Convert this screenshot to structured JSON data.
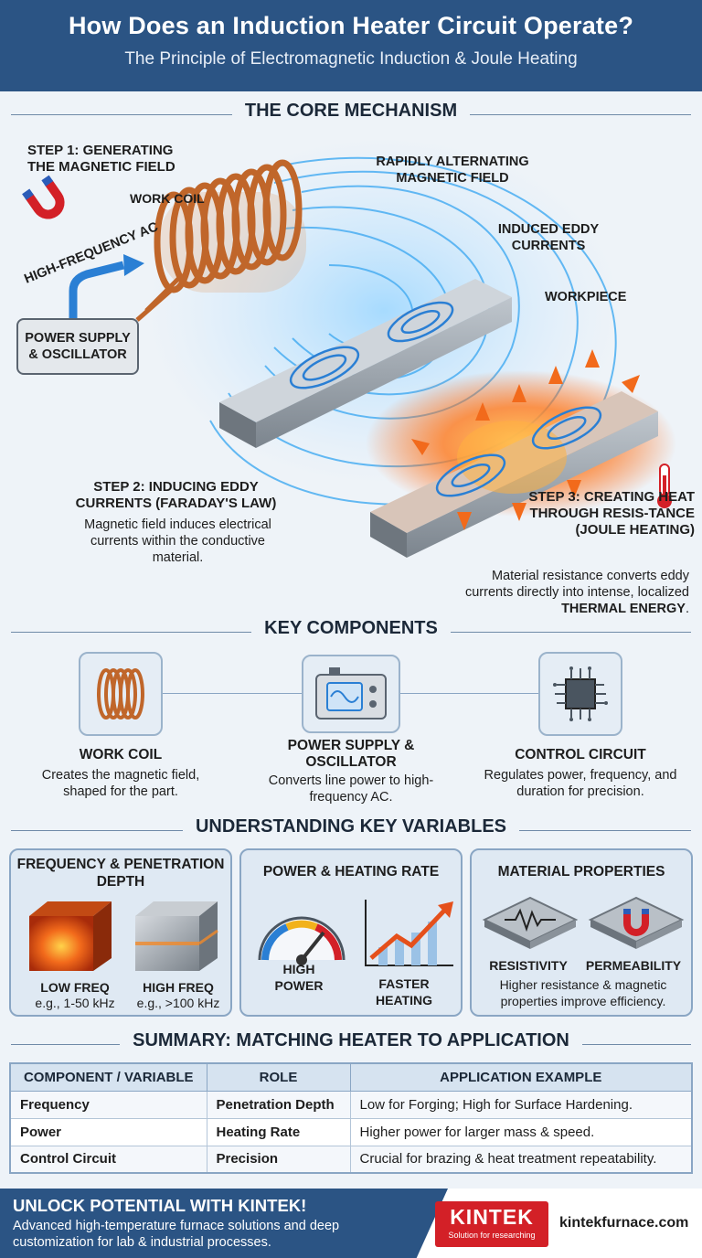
{
  "header": {
    "title": "How Does an Induction Heater Circuit Operate?",
    "subtitle": "The Principle of Electromagnetic Induction & Joule Heating"
  },
  "sections": {
    "core": "THE CORE MECHANISM",
    "components": "KEY COMPONENTS",
    "variables": "UNDERSTANDING KEY VARIABLES",
    "summary": "SUMMARY: MATCHING HEATER TO APPLICATION"
  },
  "mechanism": {
    "step1": "STEP 1: GENERATING THE MAGNETIC FIELD",
    "work_coil": "WORK COIL",
    "hf_ac": "HIGH-FREQUENCY AC",
    "power_supply": "POWER SUPPLY & OSCILLATOR",
    "field": "RAPIDLY ALTERNATING MAGNETIC FIELD",
    "eddy": "INDUCED EDDY CURRENTS",
    "workpiece": "WORKPIECE",
    "step2": "STEP 2: INDUCING EDDY CURRENTS (FARADAY'S LAW)",
    "step2_desc": "Magnetic field induces electrical currents within the conductive material.",
    "step3": "STEP 3: CREATING HEAT THROUGH RESIS-TANCE (JOULE HEATING)",
    "step3_desc": "Material resistance converts eddy currents directly into intense, localized",
    "step3_emph": "THERMAL ENERGY",
    "step3_end": "."
  },
  "components": [
    {
      "icon": "coil-icon",
      "title": "WORK COIL",
      "desc": "Creates the magnetic field, shaped for the part."
    },
    {
      "icon": "oscillator-icon",
      "title": "POWER SUPPLY & OSCILLATOR",
      "desc": "Converts line power to high-frequency AC."
    },
    {
      "icon": "chip-icon",
      "title": "CONTROL CIRCUIT",
      "desc": "Regulates power, frequency, and duration for precision."
    }
  ],
  "variables": {
    "freq": {
      "title": "FREQUENCY & PENETRATION DEPTH",
      "low": "LOW FREQ",
      "low_ex": "e.g., 1-50 kHz",
      "high": "HIGH FREQ",
      "high_ex": "e.g., >100 kHz"
    },
    "power": {
      "title": "POWER & HEATING RATE",
      "gauge": "HIGH POWER",
      "chart": "FASTER HEATING"
    },
    "material": {
      "title": "MATERIAL PROPERTIES",
      "res": "RESISTIVITY",
      "perm": "PERMEABILITY",
      "desc": "Higher resistance & magnetic properties improve efficiency."
    }
  },
  "table": {
    "headers": [
      "COMPONENT / VARIABLE",
      "ROLE",
      "APPLICATION EXAMPLE"
    ],
    "rows": [
      [
        "Frequency",
        "Penetration Depth",
        "Low for Forging; High for Surface Hardening."
      ],
      [
        "Power",
        "Heating Rate",
        "Higher power for larger mass & speed."
      ],
      [
        "Control Circuit",
        "Precision",
        "Crucial for brazing & heat treatment repeatability."
      ]
    ]
  },
  "footer": {
    "headline": "UNLOCK POTENTIAL WITH KINTEK!",
    "desc": "Advanced high-temperature furnace solutions and deep customization for lab & industrial processes.",
    "logo": "KINTEK",
    "tagline": "Solution for researching",
    "url": "kintekfurnace.com"
  },
  "colors": {
    "navy": "#2b5484",
    "field": "#3fa9f5",
    "heat": "#f26a1b",
    "copper": "#c0662a",
    "brand_red": "#d32027"
  }
}
